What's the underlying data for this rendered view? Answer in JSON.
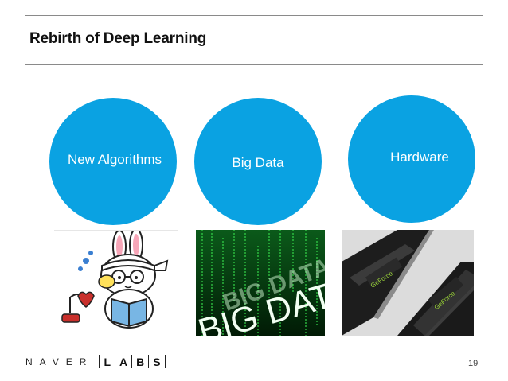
{
  "slide": {
    "title": "Rebirth of Deep Learning",
    "page_number": "19"
  },
  "circles": [
    {
      "label": "New Algorithms"
    },
    {
      "label": "Big Data"
    },
    {
      "label": "Hardware"
    }
  ],
  "images": {
    "big_data_text": "BIG DATA",
    "gpu_brand_text": "GeForce"
  },
  "footer": {
    "company": "NAVER",
    "labs_letters": [
      "L",
      "A",
      "B",
      "S"
    ]
  },
  "colors": {
    "accent_blue": "#0aa2e2",
    "rule_gray": "#8a8a8a"
  }
}
